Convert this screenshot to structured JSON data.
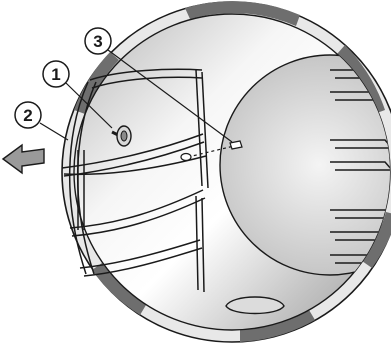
{
  "callouts": [
    {
      "label": "1",
      "part": "wire-shelf-fixing-screw"
    },
    {
      "label": "2",
      "part": "side-rack-removal-direction"
    },
    {
      "label": "3",
      "part": "rack-locating-stud"
    }
  ],
  "colors": {
    "outer_ring_light": "#e6e6e6",
    "outer_ring_dark_segments": "#6e6e6e",
    "cavity_back_gradient_light": "#fdfdfd",
    "cavity_back_gradient_dark": "#a9a9a9",
    "line": "#1a1a1a",
    "arrow_fill": "#9a9a9a"
  },
  "icons": {
    "arrow": "removal-direction-arrow-icon",
    "screw": "fixing-screw-icon",
    "stud": "locating-stud-icon"
  }
}
